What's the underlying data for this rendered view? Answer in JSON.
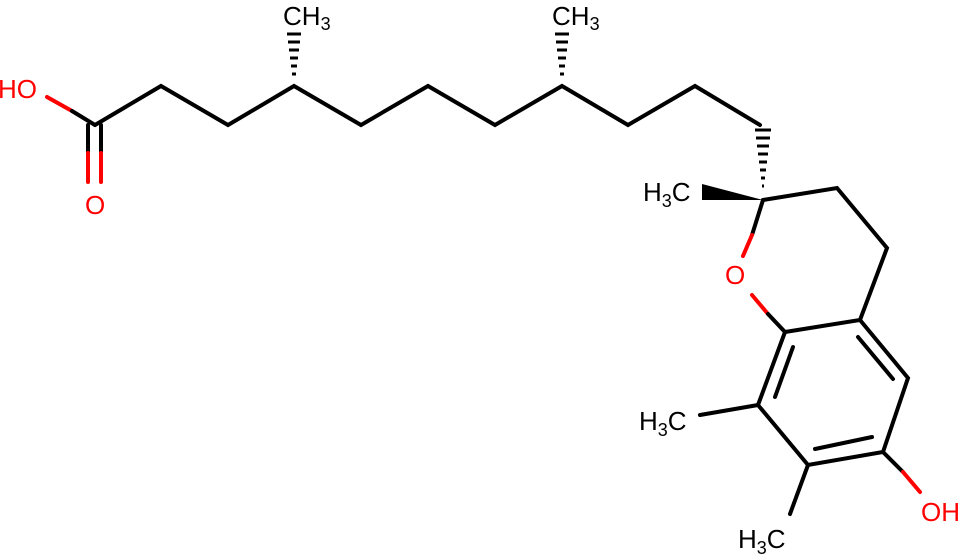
{
  "molecule": {
    "labels": {
      "acid_oh": "HO",
      "acid_o": "O",
      "methyl_1": {
        "main": "CH",
        "sub": "3"
      },
      "methyl_2": {
        "main": "CH",
        "sub": "3"
      },
      "methyl_c2": {
        "pre": "H",
        "sub": "3",
        "post": "C"
      },
      "ring_o": "O",
      "methyl_c8": {
        "pre": "H",
        "sub": "3",
        "post": "C"
      },
      "methyl_c7": {
        "pre": "H",
        "sub": "3",
        "post": "C"
      },
      "phenol_oh": "OH"
    },
    "colors": {
      "carbon": "#000000",
      "oxygen": "#ff0000"
    }
  }
}
